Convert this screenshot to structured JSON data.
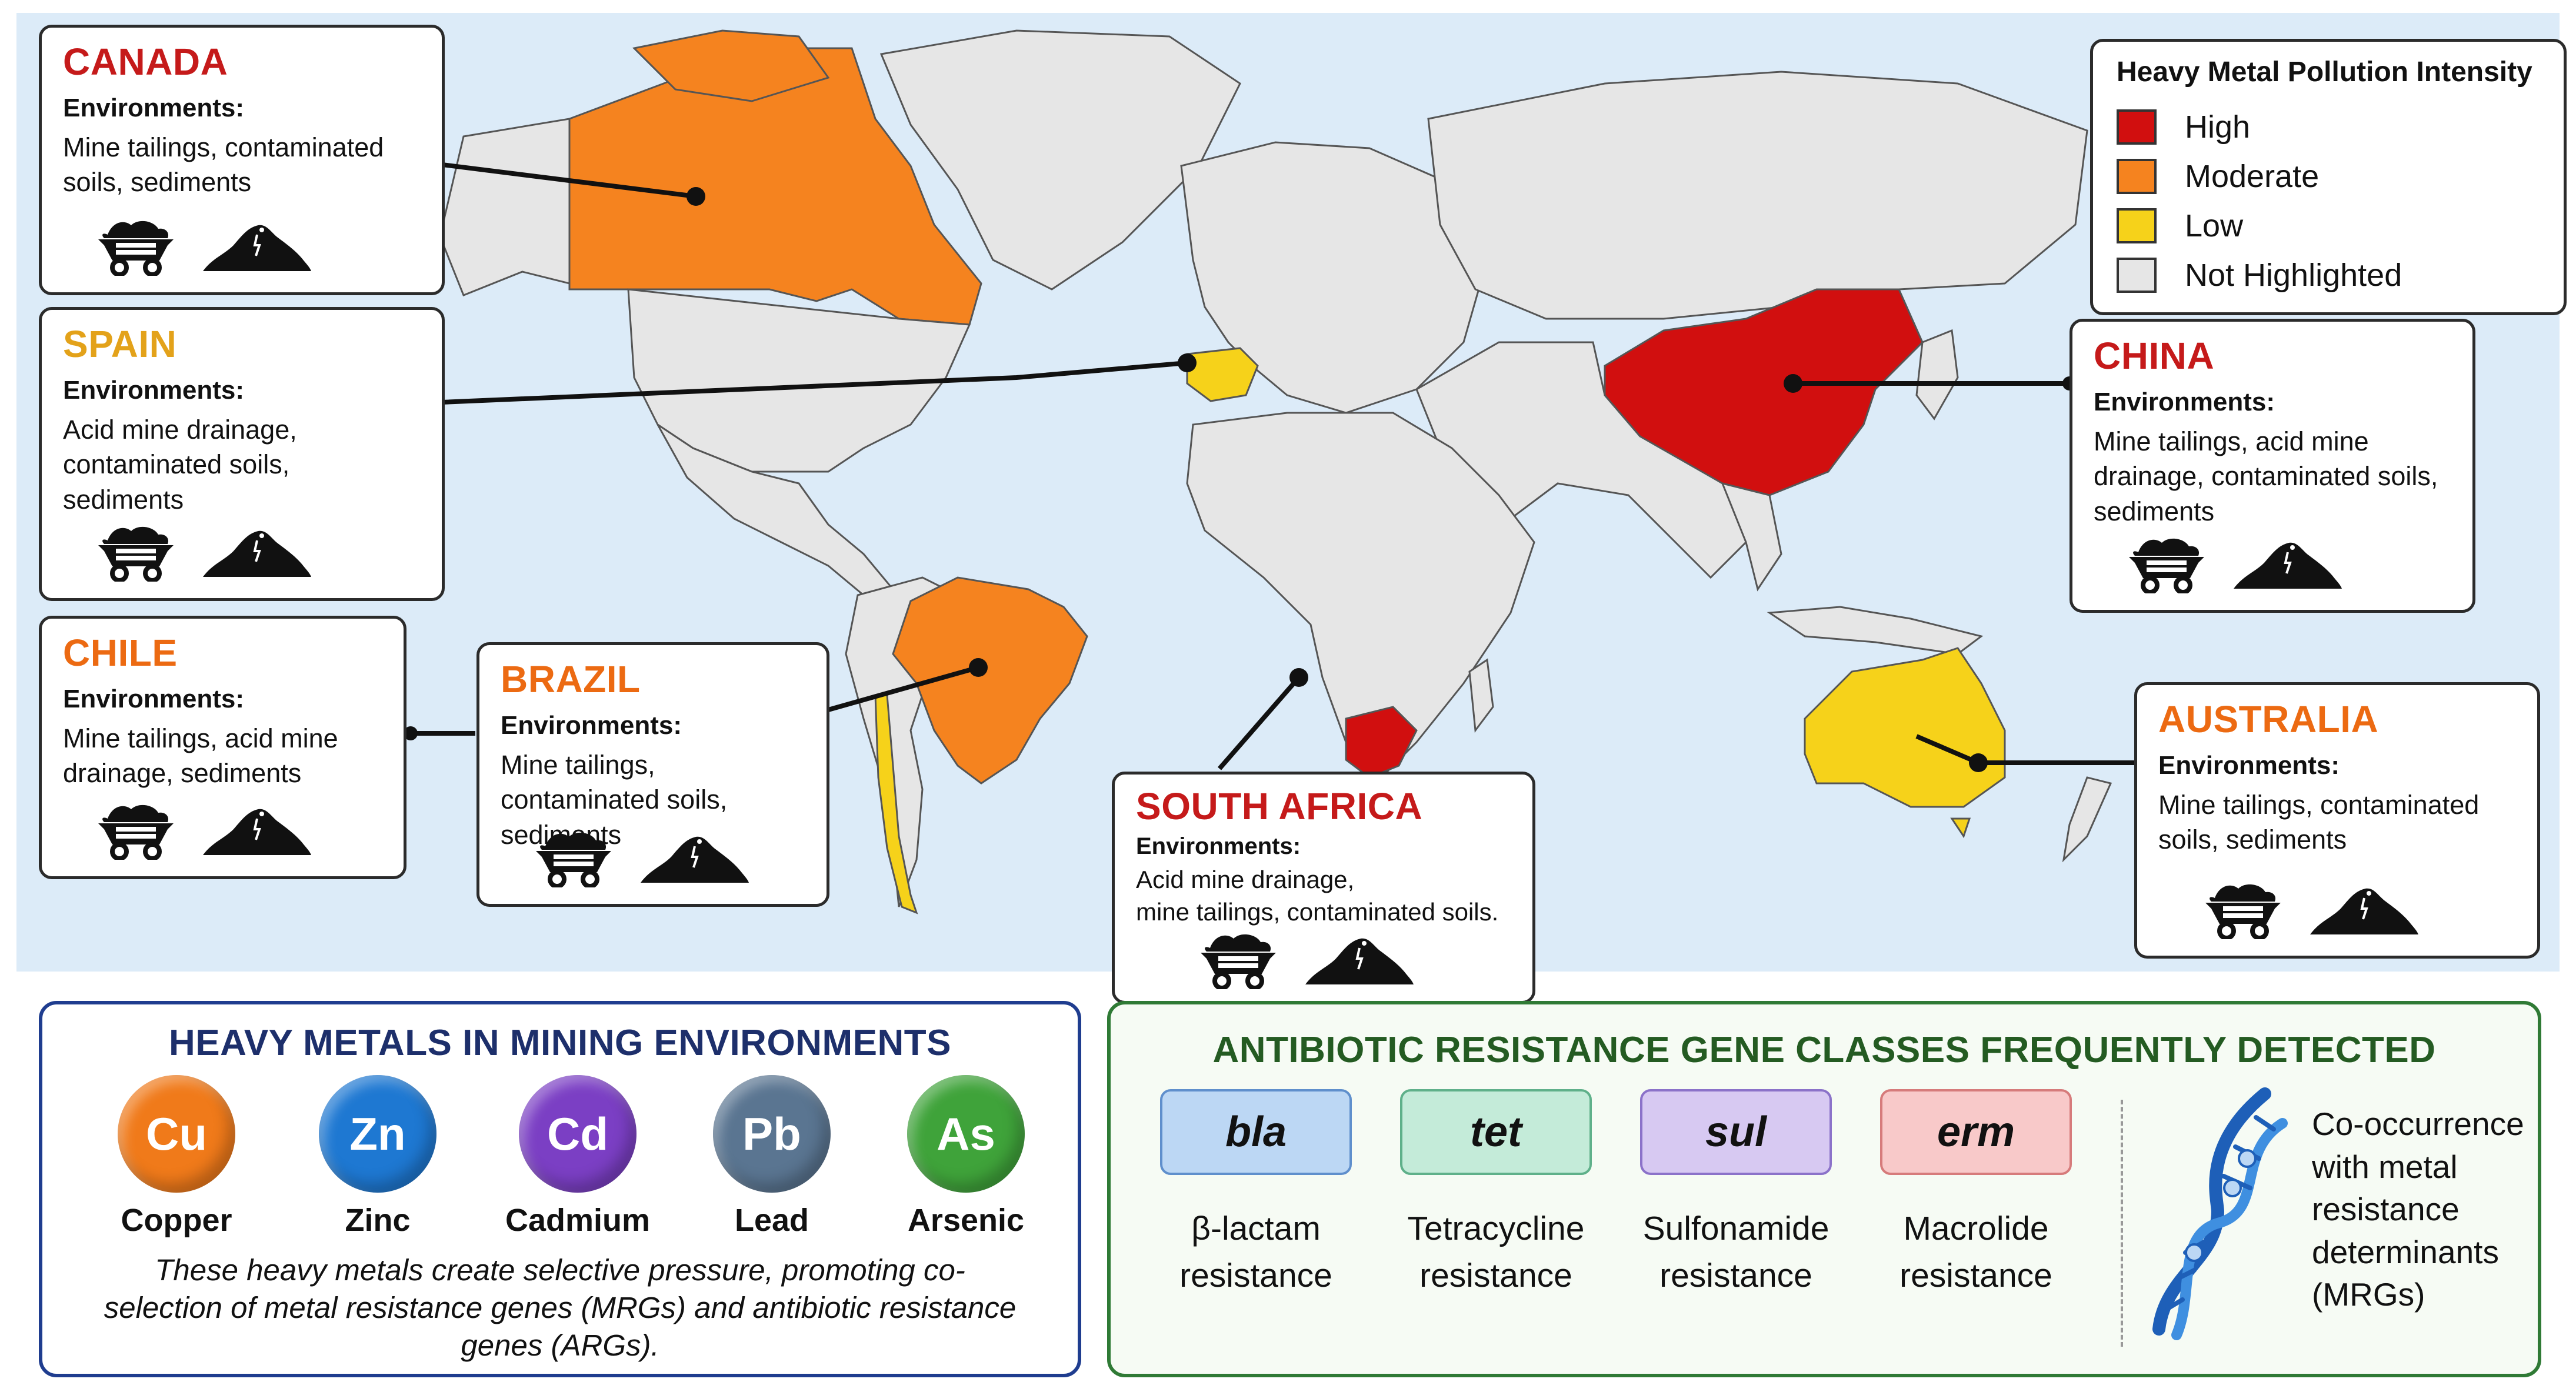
{
  "legend": {
    "title": "Heavy Metal Pollution Intensity",
    "items": [
      {
        "label": "High",
        "color": "#d10f0f"
      },
      {
        "label": "Moderate",
        "color": "#f5831f"
      },
      {
        "label": "Low",
        "color": "#f6d21a"
      },
      {
        "label": "Not Highlighted",
        "color": "#e6e6e6"
      }
    ]
  },
  "countries": {
    "canada": {
      "name": "CANADA",
      "color": "#c51a1a",
      "level": "Moderate",
      "env_label": "Environments:",
      "environments": "Mine tailings, contaminated soils, sediments"
    },
    "spain": {
      "name": "SPAIN",
      "color": "#e3a21a",
      "level": "Low",
      "env_label": "Environments:",
      "environments": "Acid mine drainage, contaminated soils, sediments"
    },
    "chile": {
      "name": "CHILE",
      "color": "#ec6a12",
      "level": "Low",
      "env_label": "Environments:",
      "environments": "Mine tailings, acid mine drainage, sediments"
    },
    "brazil": {
      "name": "BRAZIL",
      "color": "#ec6a12",
      "level": "Moderate",
      "env_label": "Environments:",
      "environments": "Mine tailings, contaminated soils, sediments"
    },
    "south_africa": {
      "name": "SOUTH AFRICA",
      "color": "#c51a1a",
      "level": "High",
      "env_label": "Environments:",
      "environments_line1": "Acid mine drainage,",
      "environments_line2": "mine tailings, contaminated soils."
    },
    "china": {
      "name": "CHINA",
      "color": "#c51a1a",
      "level": "High",
      "env_label": "Environments:",
      "environments": "Mine tailings, acid mine drainage, contaminated soils, sediments"
    },
    "australia": {
      "name": "AUSTRALIA",
      "color": "#ec6a12",
      "level": "Low",
      "env_label": "Environments:",
      "environments": "Mine tailings, contaminated soils, sediments"
    }
  },
  "icons": [
    "mine-cart-icon",
    "soil-pile-icon"
  ],
  "metals_panel": {
    "title": "HEAVY METALS IN MINING ENVIRONMENTS",
    "metals": [
      {
        "symbol": "Cu",
        "name": "Copper",
        "color": "#f07a1a"
      },
      {
        "symbol": "Zn",
        "name": "Zinc",
        "color": "#1e78d2"
      },
      {
        "symbol": "Cd",
        "name": "Cadmium",
        "color": "#7b3fc4"
      },
      {
        "symbol": "Pb",
        "name": "Lead",
        "color": "#5a7591"
      },
      {
        "symbol": "As",
        "name": "Arsenic",
        "color": "#3fa33a"
      }
    ],
    "description": "These heavy metals create selective pressure, promoting co-selection of metal resistance genes (MRGs) and antibiotic resistance genes (ARGs)."
  },
  "arg_panel": {
    "title": "ANTIBIOTIC RESISTANCE GENE CLASSES FREQUENTLY DETECTED",
    "classes": [
      {
        "gene": "bla",
        "line1": "β-lactam",
        "line2": "resistance",
        "bg": "#bcd7f4",
        "border": "#5f8fcc"
      },
      {
        "gene": "tet",
        "line1": "Tetracycline",
        "line2": "resistance",
        "bg": "#c4ebd9",
        "border": "#5fb08a"
      },
      {
        "gene": "sul",
        "line1": "Sulfonamide",
        "line2": "resistance",
        "bg": "#d7c9f2",
        "border": "#8b72c9"
      },
      {
        "gene": "erm",
        "line1": "Macrolide",
        "line2": "resistance",
        "bg": "#f8c9c9",
        "border": "#d67b7b"
      }
    ],
    "cooccurrence": "Co-occurrence with metal resistance determinants (MRGs)"
  }
}
